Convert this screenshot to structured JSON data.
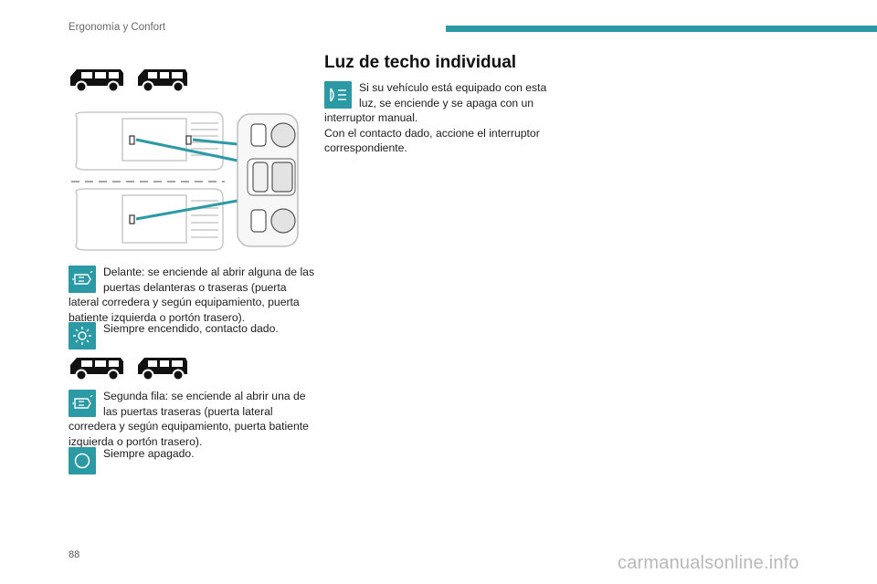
{
  "header": {
    "title": "Ergonomía y Confort",
    "accent_color": "#2b9aa4"
  },
  "left_column": {
    "notes": [
      {
        "icon": "door-light-icon",
        "text": "Delante: se enciende al abrir alguna de las puertas delanteras o traseras (puerta lateral corredera y según equipamiento, puerta batiente izquierda o portón trasero)."
      },
      {
        "icon": "sun-light-icon",
        "text": "Siempre encendido, contacto dado."
      },
      {
        "icon": "door-light-icon",
        "text": "Segunda fila: se enciende al abrir una de las puertas traseras (puerta lateral corredera y según equipamiento, puerta batiente izquierda o portón trasero)."
      },
      {
        "icon": "circle-off-icon",
        "text": "Siempre apagado."
      }
    ]
  },
  "right_column": {
    "section_title": "Luz de techo individual",
    "note": {
      "icon": "dome-light-icon",
      "text": "Si su vehículo está equipado con esta luz, se enciende y se apaga con un interruptor manual.",
      "text_after": "Con el contacto dado, accione el interruptor correspondiente."
    }
  },
  "footer": {
    "page_number": "88",
    "watermark": "carmanualsonline.info"
  }
}
